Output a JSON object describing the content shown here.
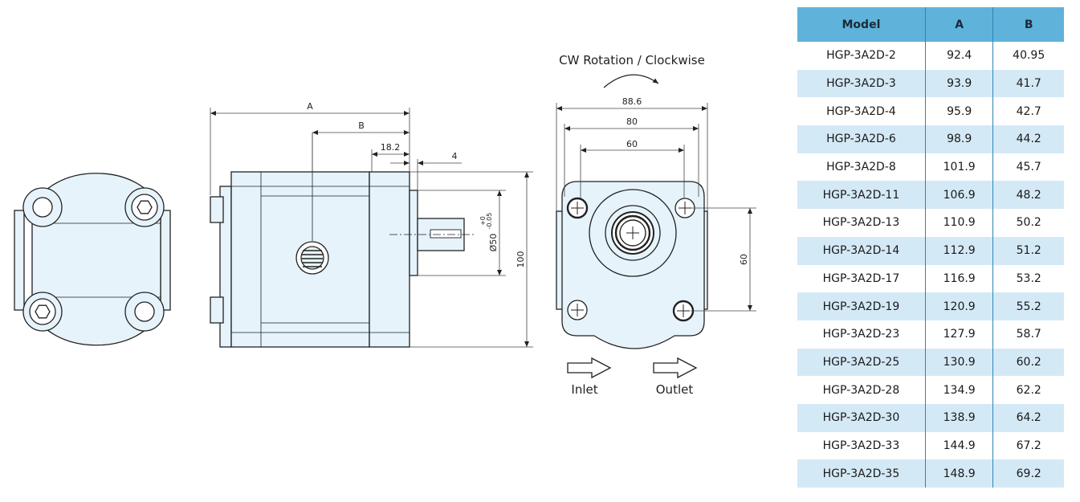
{
  "colors": {
    "body_fill": "#e6f3fb",
    "line": "#222222",
    "header": "#5fb3da",
    "alt_row": "#d4e9f6",
    "divider": "#2a86b8"
  },
  "drawing": {
    "dim_A": "A",
    "dim_B": "B",
    "dim_18_2": "18.2",
    "dim_4": "4",
    "dim_100": "100",
    "dim_shaft": "Ø50",
    "dim_tol_upper": "+0",
    "dim_tol_lower": "-0.05",
    "dim_88_6": "88.6",
    "dim_80": "80",
    "dim_60_h": "60",
    "dim_60_v": "60",
    "rotation_label": "CW Rotation / Clockwise",
    "inlet_label": "Inlet",
    "outlet_label": "Outlet"
  },
  "table": {
    "headers": [
      "Model",
      "A",
      "B"
    ],
    "rows": [
      [
        "HGP-3A2D-2",
        "92.4",
        "40.95"
      ],
      [
        "HGP-3A2D-3",
        "93.9",
        "41.7"
      ],
      [
        "HGP-3A2D-4",
        "95.9",
        "42.7"
      ],
      [
        "HGP-3A2D-6",
        "98.9",
        "44.2"
      ],
      [
        "HGP-3A2D-8",
        "101.9",
        "45.7"
      ],
      [
        "HGP-3A2D-11",
        "106.9",
        "48.2"
      ],
      [
        "HGP-3A2D-13",
        "110.9",
        "50.2"
      ],
      [
        "HGP-3A2D-14",
        "112.9",
        "51.2"
      ],
      [
        "HGP-3A2D-17",
        "116.9",
        "53.2"
      ],
      [
        "HGP-3A2D-19",
        "120.9",
        "55.2"
      ],
      [
        "HGP-3A2D-23",
        "127.9",
        "58.7"
      ],
      [
        "HGP-3A2D-25",
        "130.9",
        "60.2"
      ],
      [
        "HGP-3A2D-28",
        "134.9",
        "62.2"
      ],
      [
        "HGP-3A2D-30",
        "138.9",
        "64.2"
      ],
      [
        "HGP-3A2D-33",
        "144.9",
        "67.2"
      ],
      [
        "HGP-3A2D-35",
        "148.9",
        "69.2"
      ]
    ]
  }
}
